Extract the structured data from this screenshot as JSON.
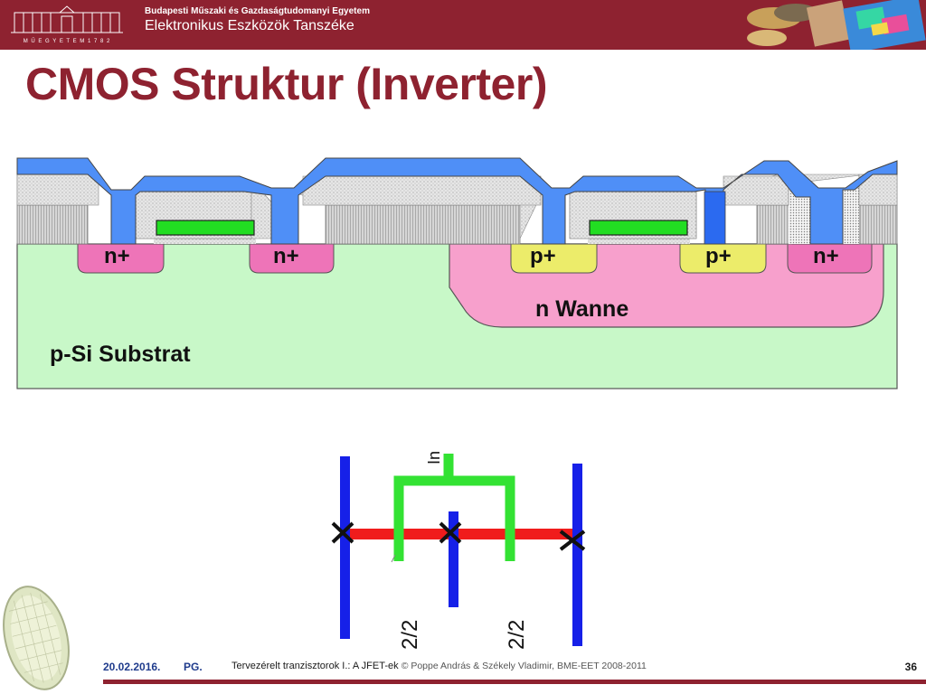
{
  "header": {
    "university": "Budapesti Műszaki és Gazdaságtudomanyi Egyetem",
    "department": "Elektronikus Eszközök Tanszéke",
    "logo_caption": "M Ű E G Y E T E M   1 7 8 2",
    "background_color": "#8e2230"
  },
  "slide": {
    "title": "CMOS Struktur (Inverter)",
    "title_color": "#8e2230"
  },
  "cross_section": {
    "regions": {
      "n_plus_1": "n+",
      "n_plus_2": "n+",
      "p_plus_1": "p+",
      "p_plus_2": "p+",
      "n_plus_3": "n+",
      "well": "n Wanne",
      "substrate": "p-Si Substrat"
    },
    "colors": {
      "substrate": "#c8f8c8",
      "well": "#f7a0cc",
      "n_plus": "#ee74b8",
      "p_plus": "#ecec6a",
      "metal": "#4f8ff7",
      "gate": "#22dd22",
      "oxide": "#e6e6e6"
    }
  },
  "layout": {
    "input_label": "In",
    "width_label_1": "2/2",
    "width_label_2": "2/2",
    "colors": {
      "metal": "#1620e8",
      "poly": "#33e233",
      "diffusion": "#f01c1c",
      "contact": "#111111"
    }
  },
  "footer": {
    "date": "20.02.2016.",
    "author": "PG.",
    "course": "Tervezérelt tranzisztorok I.: A JFET-ek",
    "copyright": "© Poppe András & Székely Vladimir, BME-EET 2008-2011",
    "page_number": "36"
  }
}
